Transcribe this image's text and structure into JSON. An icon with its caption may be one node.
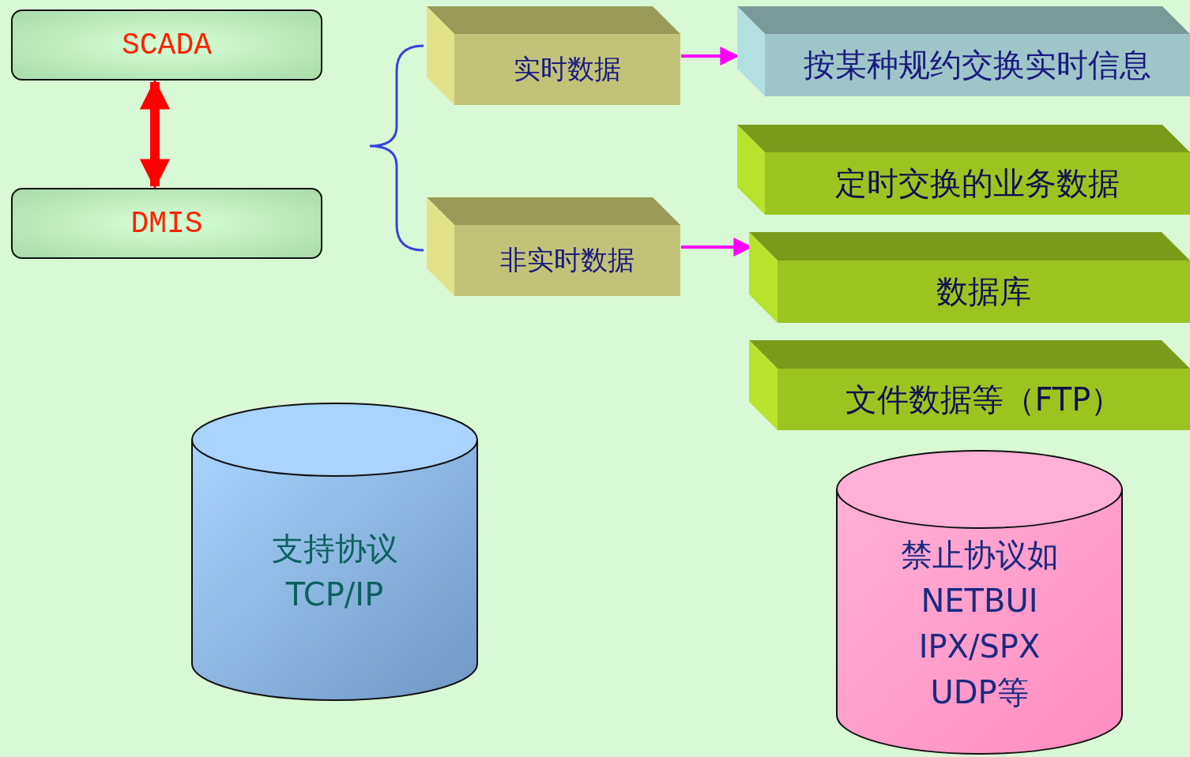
{
  "diagram": {
    "nodes": [
      {
        "text": [
          "SCADA"
        ]
      },
      {
        "text": [
          "DMIS"
        ]
      },
      {
        "text": [
          "实时数据"
        ]
      },
      {
        "text": [
          "非实时数据"
        ]
      },
      {
        "text": [
          "按某种规约交换实时信息"
        ]
      },
      {
        "text": [
          "定时交换的业务数据"
        ]
      },
      {
        "text": [
          "数据库"
        ]
      },
      {
        "text": [
          "文件数据等（FTP）"
        ]
      },
      {
        "text": [
          "支持协议",
          "TCP/IP"
        ]
      },
      {
        "text": [
          "禁止协议如",
          "NETBUI",
          "IPX/SPX",
          "UDP等"
        ]
      }
    ],
    "edges": [
      {
        "from": 0,
        "to": 1,
        "arrow": "both",
        "style": "thick",
        "color": "#ff0000"
      },
      {
        "from": 2,
        "to": 4,
        "arrow": "to"
      },
      {
        "from": 3,
        "to": 6,
        "arrow": "to"
      }
    ]
  }
}
